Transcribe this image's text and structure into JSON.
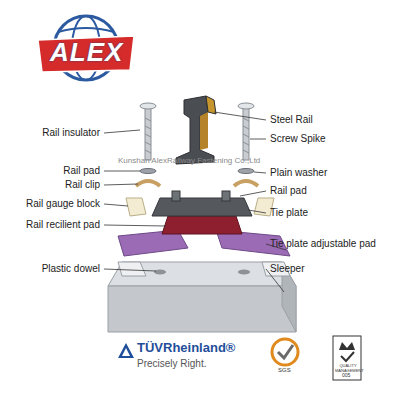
{
  "diagram": {
    "labels": [
      "ALEX",
      "Kunshan AlexRailway Fastening Co.,Ltd",
      "Rail insulator",
      "Steel Rail",
      "Screw Spike",
      "Rail pad",
      "Plain washer",
      "Rail clip",
      "Rail pad",
      "Rail gauge block",
      "Tie plate",
      "Rail recilient pad",
      "Tie plate adjustable pad",
      "Plastic dowel",
      "Sleeper",
      "TÜVRheinland®",
      "Precisely Right.",
      "SGS",
      "QUALITY MANAGEMENT",
      "005"
    ]
  }
}
